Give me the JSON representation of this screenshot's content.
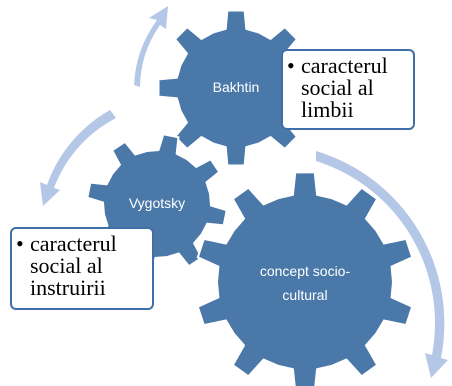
{
  "diagram": {
    "gears": [
      {
        "id": "bakhtin",
        "label_lines": [
          "Bakhtin"
        ]
      },
      {
        "id": "vygotsky",
        "label_lines": [
          "Vygotsky"
        ]
      },
      {
        "id": "socio",
        "label_lines": [
          "concept socio-",
          "cultural"
        ]
      }
    ],
    "notes": {
      "bakhtin": {
        "bullet": "•",
        "lines": [
          "caracterul",
          "social al",
          "limbii"
        ]
      },
      "vygotsky": {
        "bullet": "•",
        "lines": [
          "caracterul",
          "social al",
          "instruirii"
        ]
      }
    },
    "colors": {
      "gear_fill": "#4a78a8",
      "gear_stroke": "#ffffff",
      "arrow_fill": "#b4c7e7",
      "box_border": "#3f6fa7",
      "label_text": "#ffffff"
    }
  }
}
